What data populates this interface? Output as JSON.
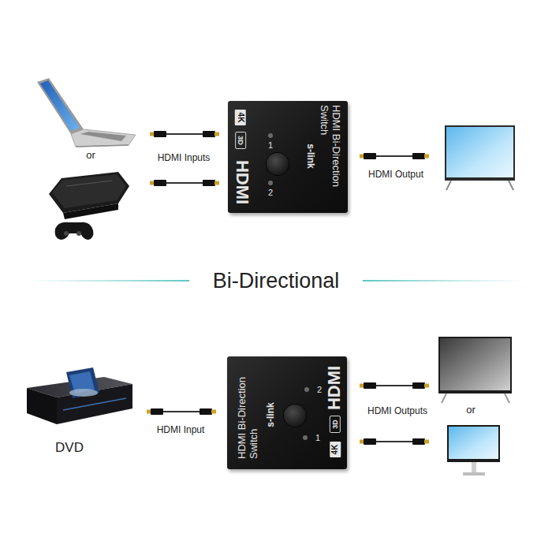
{
  "diagram": {
    "title": "Bi-Directional",
    "nodes": [
      {
        "text": [
          "HDMI Bi-Direction Switch",
          "s-link",
          "HDMI",
          "4K",
          "3D",
          "1",
          "2"
        ]
      },
      {
        "text": [
          "HDMI Bi-Direction Switch",
          "s-link",
          "HDMI",
          "2",
          "1",
          "3D",
          "4K"
        ]
      }
    ],
    "labels": [
      "or",
      "HDMI Inputs",
      "HDMI Output",
      "DVD",
      "HDMI Input",
      "HDMI Outputs",
      "or"
    ]
  }
}
